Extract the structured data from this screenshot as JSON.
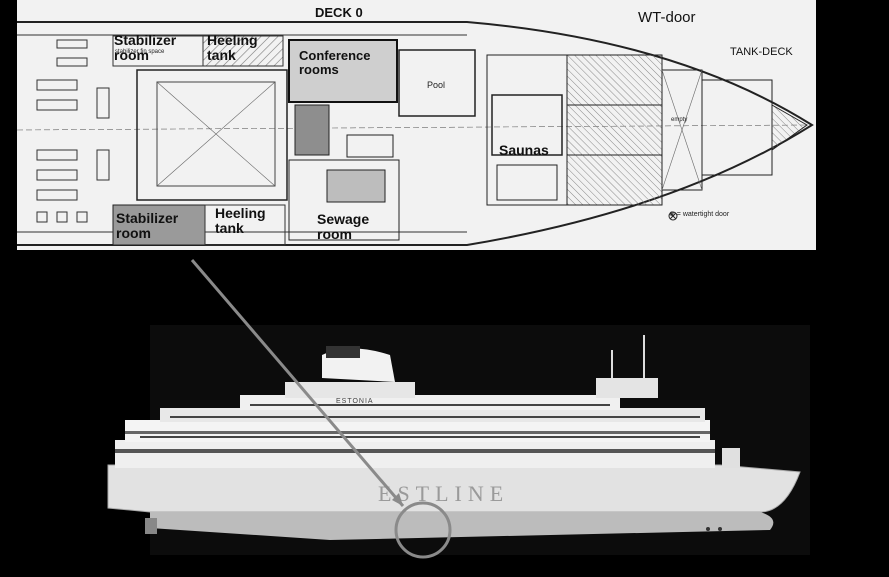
{
  "plan": {
    "deck_title": "DECK 0",
    "wt_door": "WT-door",
    "tank_deck": "TANK-DECK",
    "legend_note": "⊗ = watertight door",
    "labels": {
      "stabilizer_room_top": "Stabilizer\nroom",
      "heeling_tank_top": "Heeling\ntank",
      "conference_rooms": "Conference\nrooms",
      "pool": "Pool",
      "saunas": "Saunas",
      "stabilizer_room_bottom": "Stabilizer\nroom",
      "heeling_tank_bottom": "Heeling\ntank",
      "sewage_room": "Sewage\nroom",
      "stabilizer_fin_space": "stabilizer fin space",
      "empty": "empty"
    }
  },
  "ship": {
    "hull_name": "ESTLINE",
    "funnel_name": "ESTONIA"
  },
  "colors": {
    "plan_bg": "#f2f2f2",
    "background": "#000000",
    "arrow": "#8a8a8a",
    "ship_hull": "#d8d8d8"
  }
}
